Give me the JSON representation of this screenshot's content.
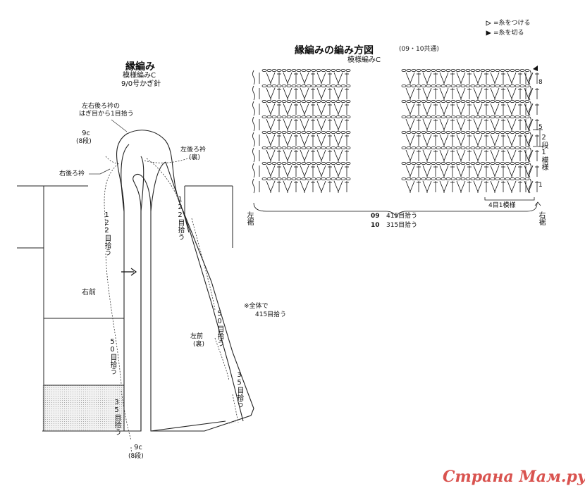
{
  "legend": {
    "attach": "=糸をつける",
    "cut": "=糸を切る"
  },
  "left": {
    "title": "縁編み",
    "pattern": "模様編みC",
    "hook": "9/0号かぎ針",
    "pickup_note_line1": "左右後ろ衿の",
    "pickup_note_line2": "はぎ目から1目拾う",
    "top_9c": "9c",
    "top_rows": "(8段)",
    "right_back_collar": "右後ろ衿",
    "left_back_collar": "左後ろ衿",
    "left_back_collar_ura": "(裏)",
    "pick_122_left": "122目拾う",
    "pick_122_right": "122目拾う",
    "right_front": "右前",
    "left_front": "左前",
    "left_front_ura": "(裏)",
    "pick_50_left": "50目拾う",
    "pick_50_right": "50目拾う",
    "pick_35_left": "35目拾う",
    "pick_35_right": "35目拾う",
    "bottom_9c": "9c",
    "bottom_rows": "(8段)",
    "total_note_line1": "※全体で",
    "total_note_line2": "415目拾う"
  },
  "right": {
    "title": "縁編みの編み方図",
    "subtitle": "(09・10共通)",
    "pattern": "模様編みC",
    "row8": "8",
    "row5": "5",
    "row1": "1",
    "repeat_label": "2段1模様",
    "stitch_repeat": "4目1模様",
    "size09": "09",
    "count09": "415目拾う",
    "size10": "10",
    "count10": "315目拾う",
    "left_hem": "左裾",
    "right_hem": "右裾"
  },
  "watermark": "Страна Мам.ру"
}
